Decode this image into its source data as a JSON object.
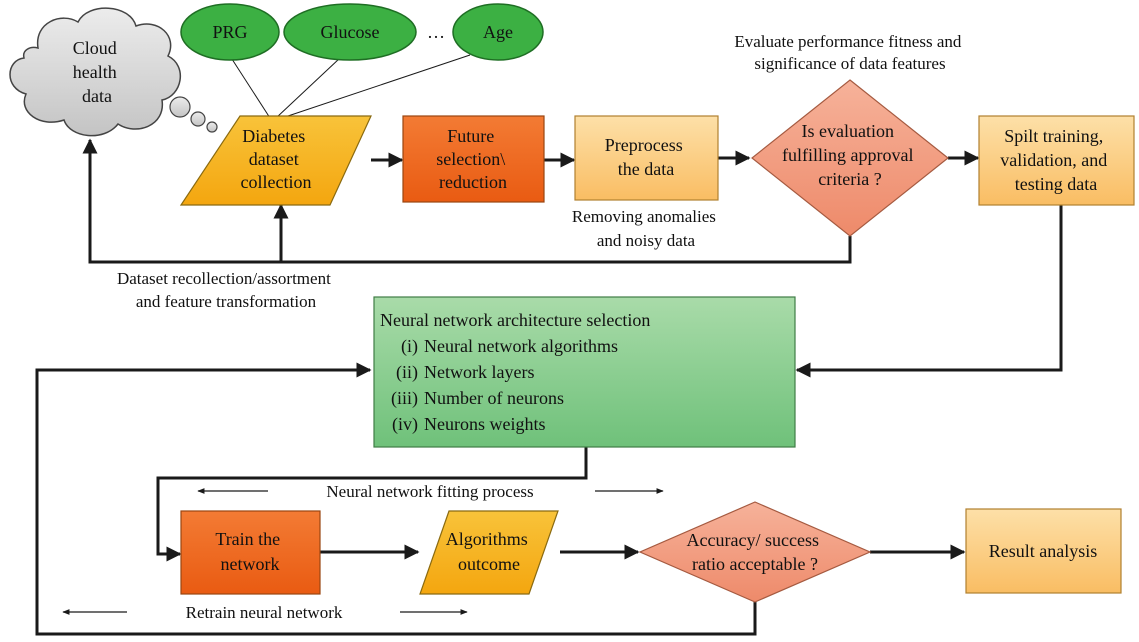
{
  "cloud": {
    "lines": [
      "Cloud",
      "health",
      "data"
    ]
  },
  "features": [
    {
      "label": "PRG"
    },
    {
      "label": "Glucose"
    },
    {
      "label": "Age"
    }
  ],
  "features_ellipsis": "…",
  "nodes": {
    "collection": {
      "lines": [
        "Diabetes",
        "dataset",
        "collection"
      ]
    },
    "selection": {
      "lines": [
        "Future",
        "selection\\",
        "reduction"
      ]
    },
    "preprocess": {
      "lines": [
        "Preprocess",
        "the data"
      ]
    },
    "evaluation": {
      "lines": [
        "Is evaluation",
        "fulfilling approval",
        "criteria ?"
      ]
    },
    "split": {
      "lines": [
        "Spilt training,",
        "validation, and",
        "testing data"
      ]
    },
    "nn_selection": {
      "title": "Neural network architecture selection",
      "items": [
        {
          "num": "(i)",
          "text": "Neural network algorithms"
        },
        {
          "num": "(ii)",
          "text": "Network layers"
        },
        {
          "num": "(iii)",
          "text": "Number of neurons"
        },
        {
          "num": "(iv)",
          "text": "Neurons weights"
        }
      ]
    },
    "train": {
      "lines": [
        "Train the",
        "network"
      ]
    },
    "outcome": {
      "lines": [
        "Algorithms",
        "outcome"
      ]
    },
    "accuracy": {
      "lines": [
        "Accuracy/ success",
        "ratio acceptable ?"
      ]
    },
    "result": {
      "lines": [
        "Result analysis"
      ]
    }
  },
  "annotations": {
    "evaluate": [
      "Evaluate performance fitness and",
      "significance of data features"
    ],
    "anomalies": [
      "Removing anomalies",
      "and noisy data"
    ],
    "recollection": [
      "Dataset recollection/assortment",
      "and feature transformation"
    ],
    "fitting": "Neural network fitting process",
    "retrain": "Retrain neural network"
  },
  "colors": {
    "green_feature": "#3cb043",
    "gold": "#f7b21b",
    "orange_dark": "#f06a22",
    "orange_light": "#fbc97a",
    "salmon": "#f19c7f",
    "green_box": "#86cc8c",
    "cloud": "#d6d6d6"
  }
}
